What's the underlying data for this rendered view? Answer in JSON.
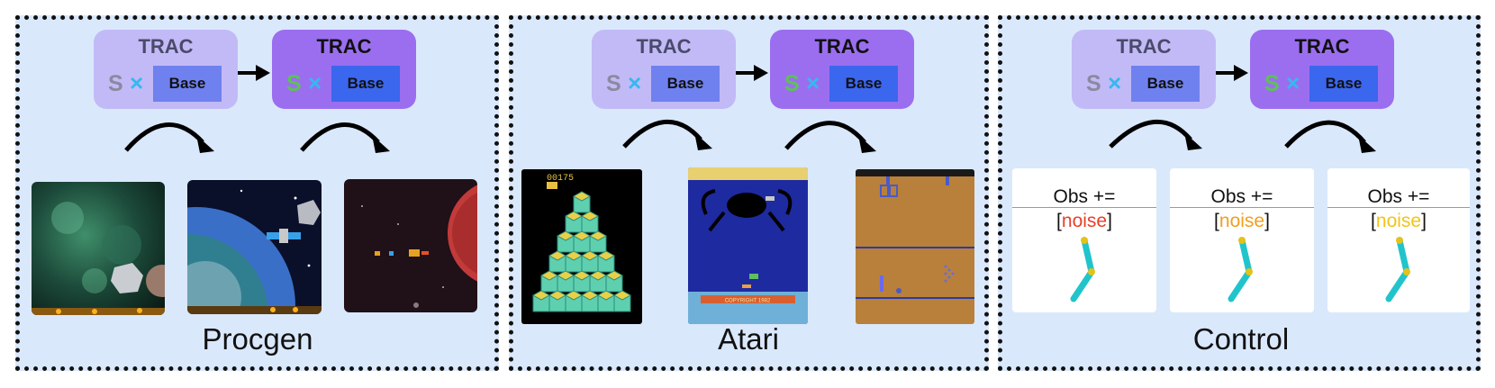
{
  "trac": {
    "title": "TRAC",
    "s": "S",
    "x": "×",
    "base": "Base"
  },
  "envs": {
    "procgen": {
      "label": "Procgen"
    },
    "atari": {
      "label": "Atari",
      "qbert_score": "00175",
      "copyright": "COPYRIGHT 1982"
    },
    "control": {
      "label": "Control",
      "obs": "Obs +=",
      "bracket_open": "[",
      "bracket_close": "]",
      "noise": "noise",
      "noise_colors": [
        "#e8402a",
        "#f0a020",
        "#f2c418"
      ]
    }
  },
  "colors": {
    "panel_bg": "#dae8fc",
    "trac_light": "#c2baf6",
    "trac_dark": "#9b6ef0",
    "base_light": "#6f81ee",
    "base_dark": "#3b66ee",
    "s_green": "#5ec05a",
    "x_cyan": "#36b8ef",
    "pendulum": "#22c4cc",
    "joint": "#e3c21a"
  }
}
